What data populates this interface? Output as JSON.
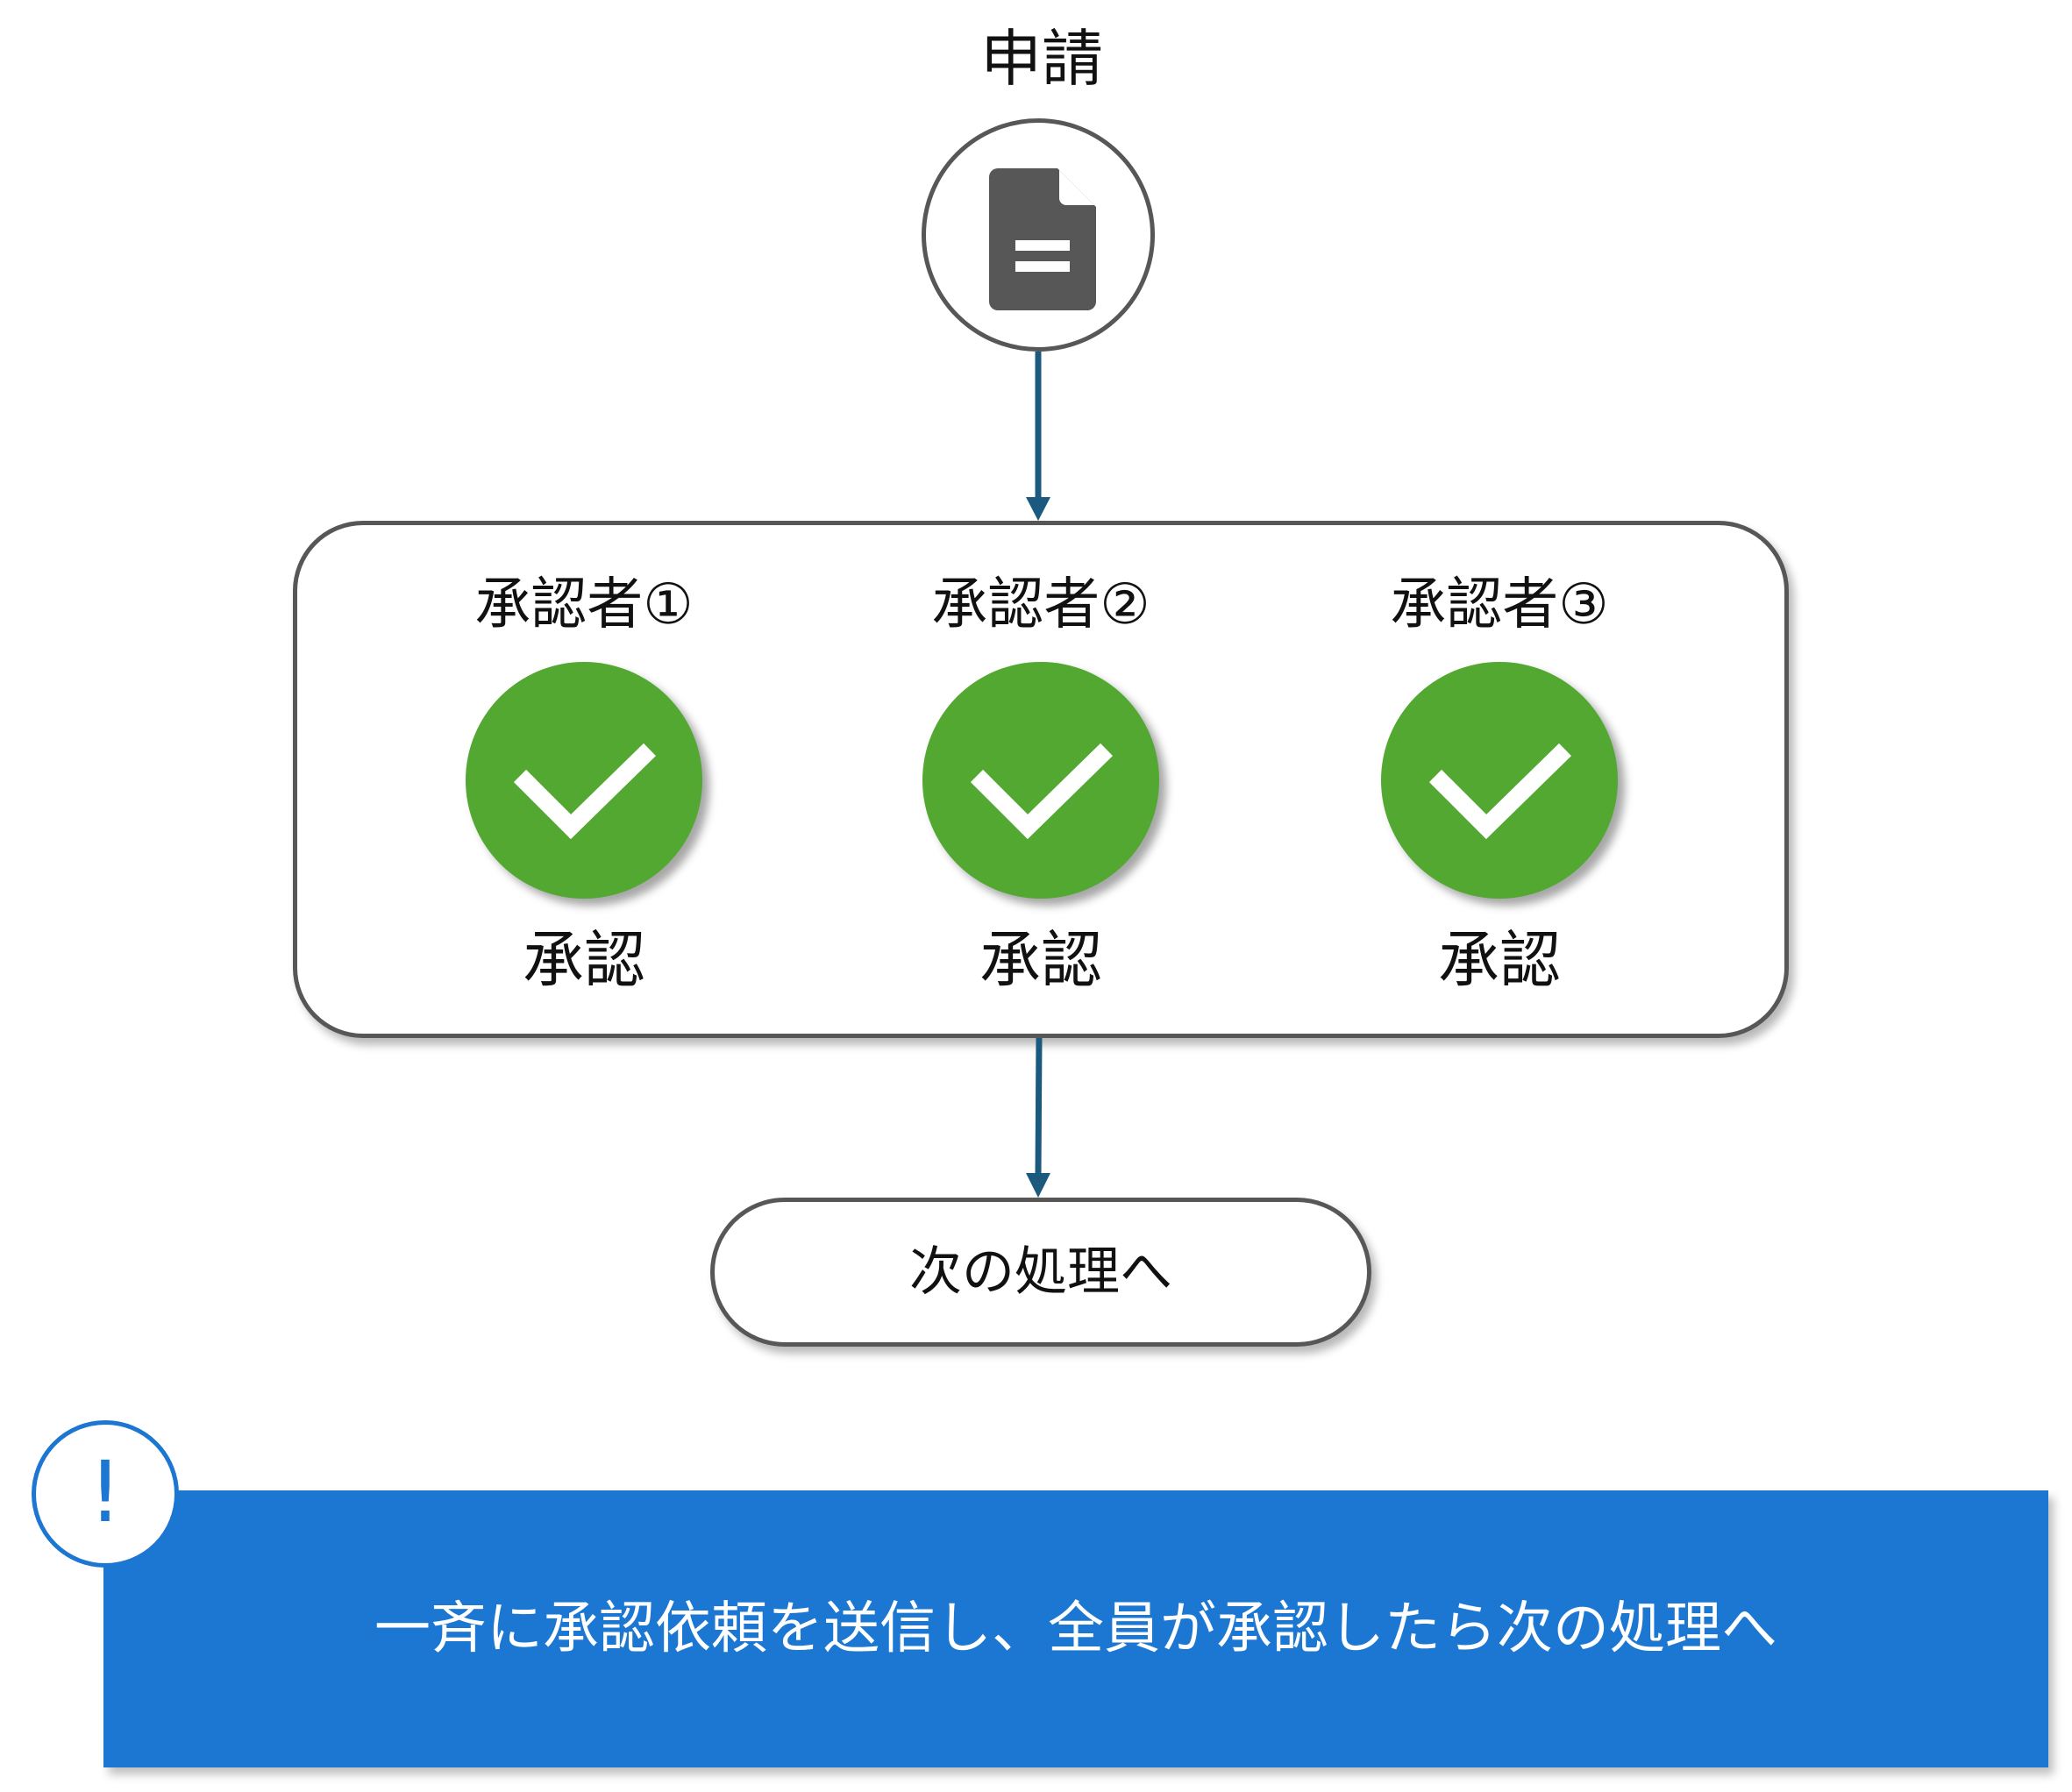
{
  "flow": {
    "start": {
      "label": "申請",
      "icon": "document-icon"
    },
    "approvers": [
      {
        "name": "承認者①",
        "status": "承認",
        "icon": "checkmark-icon"
      },
      {
        "name": "承認者②",
        "status": "承認",
        "icon": "checkmark-icon"
      },
      {
        "name": "承認者③",
        "status": "承認",
        "icon": "checkmark-icon"
      }
    ],
    "next": {
      "label": "次の処理へ"
    }
  },
  "notice": {
    "icon": "exclamation-icon",
    "symbol": "!",
    "text": "一斉に承認依頼を送信し、全員が承認したら次の処理へ"
  },
  "colors": {
    "approved": "#52a831",
    "connector": "#1b5a7e",
    "notice": "#1b77d2",
    "outline": "#575757",
    "document_icon": "#575757"
  }
}
